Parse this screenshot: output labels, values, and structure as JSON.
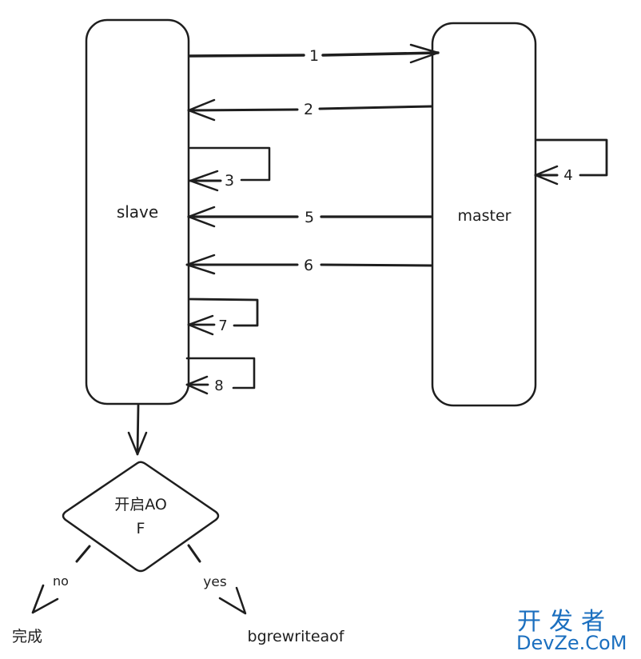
{
  "nodes": {
    "slave": "slave",
    "master": "master",
    "decision_line1": "开启AO",
    "decision_line2": "F",
    "done": "完成",
    "rewrite": "bgrewriteaof"
  },
  "edges": [
    {
      "id": "1",
      "label": "1",
      "from": "slave",
      "to": "master"
    },
    {
      "id": "2",
      "label": "2",
      "from": "master",
      "to": "slave"
    },
    {
      "id": "3",
      "label": "3",
      "from": "slave",
      "to": "slave"
    },
    {
      "id": "4",
      "label": "4",
      "from": "master",
      "to": "master"
    },
    {
      "id": "5",
      "label": "5",
      "from": "master",
      "to": "slave"
    },
    {
      "id": "6",
      "label": "6",
      "from": "master",
      "to": "slave"
    },
    {
      "id": "7",
      "label": "7",
      "from": "slave",
      "to": "slave"
    },
    {
      "id": "8",
      "label": "8",
      "from": "slave",
      "to": "slave"
    }
  ],
  "branches": {
    "no": "no",
    "yes": "yes"
  },
  "watermark": {
    "line1": "开发者",
    "line2": "DevZe.CoM",
    "color": "#1b6fbf"
  }
}
